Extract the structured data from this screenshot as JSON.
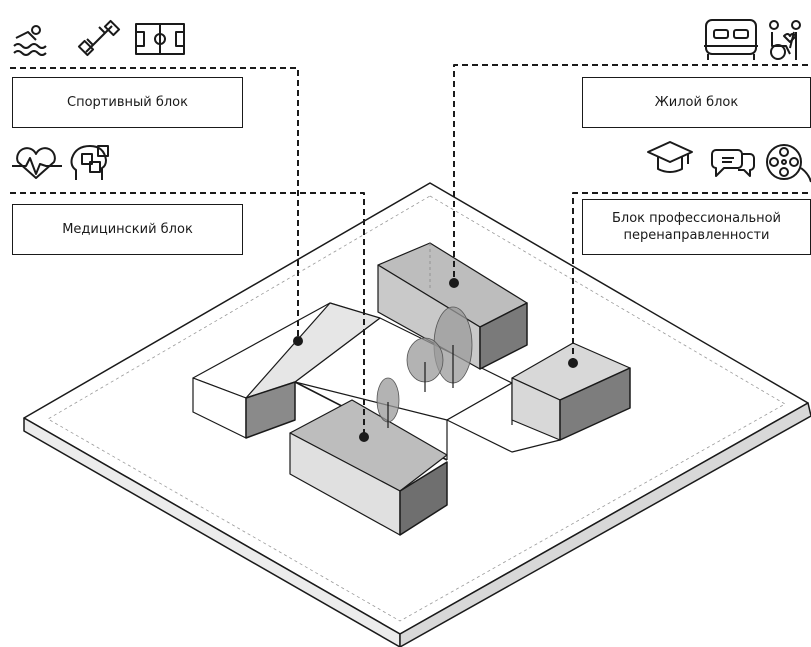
{
  "blocks": {
    "sport": {
      "label": "Спортивный блок",
      "icons": [
        "swimmer-icon",
        "dumbbell-icon",
        "sports-court-icon"
      ]
    },
    "medical": {
      "label": "Медицинский  блок",
      "icons": [
        "heartbeat-icon",
        "head-puzzle-icon"
      ]
    },
    "residential": {
      "label": "Жилой блок",
      "icons": [
        "bed-icon",
        "caregiver-wheelchair-icon"
      ]
    },
    "professional": {
      "label": "Блок профессиональной\nперенаправленности",
      "icons": [
        "graduation-cap-icon",
        "chat-bubbles-icon",
        "film-reel-icon"
      ]
    }
  },
  "colors": {
    "line": "#1a1a1a",
    "dark_face": "#7a7a7a",
    "mid_face": "#a9a9a9",
    "light_face": "#d4d4d4",
    "tree": "#9a9a9a",
    "ground": "#ffffff"
  }
}
